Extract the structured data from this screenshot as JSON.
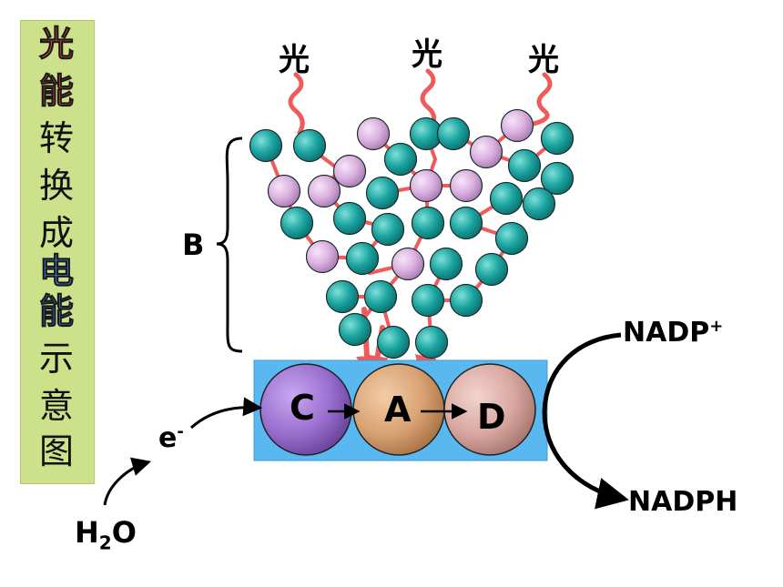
{
  "side_title": {
    "chars": [
      {
        "text": "光",
        "color": "#ff4b3e",
        "outline": "#1a1a1a"
      },
      {
        "text": "能",
        "color": "#ff4b3e",
        "outline": "#1a1a1a"
      },
      {
        "text": "转",
        "color": "#111111",
        "outline": "none"
      },
      {
        "text": "换",
        "color": "#111111",
        "outline": "none"
      },
      {
        "text": "成",
        "color": "#111111",
        "outline": "none"
      },
      {
        "text": "电",
        "color": "#3a8cf0",
        "outline": "#1a1a1a"
      },
      {
        "text": "能",
        "color": "#3a8cf0",
        "outline": "#1a1a1a"
      },
      {
        "text": "示",
        "color": "#111111",
        "outline": "none"
      },
      {
        "text": "意",
        "color": "#111111",
        "outline": "none"
      },
      {
        "text": "图",
        "color": "#111111",
        "outline": "none"
      }
    ],
    "banner_color": "#cde08a"
  },
  "light_labels": [
    "光",
    "光",
    "光"
  ],
  "antenna_label": "B",
  "center_labels": {
    "c": "C",
    "a": "A",
    "d": "D"
  },
  "electron": {
    "main": "e",
    "sup": "-"
  },
  "water": {
    "main": "H",
    "sub": "2",
    "tail": "O"
  },
  "nadp_plus": {
    "main": "NADP",
    "sup": "+"
  },
  "nadph": "NADPH",
  "colors": {
    "teal": "#1aa3a0",
    "pink": "#dbb0e0",
    "connector": "#f05a5a",
    "center_box": "#5ab8f0",
    "c_sphere": "#9a6fd0",
    "a_sphere": "#d9a273",
    "d_sphere": "#d9a7a0"
  }
}
